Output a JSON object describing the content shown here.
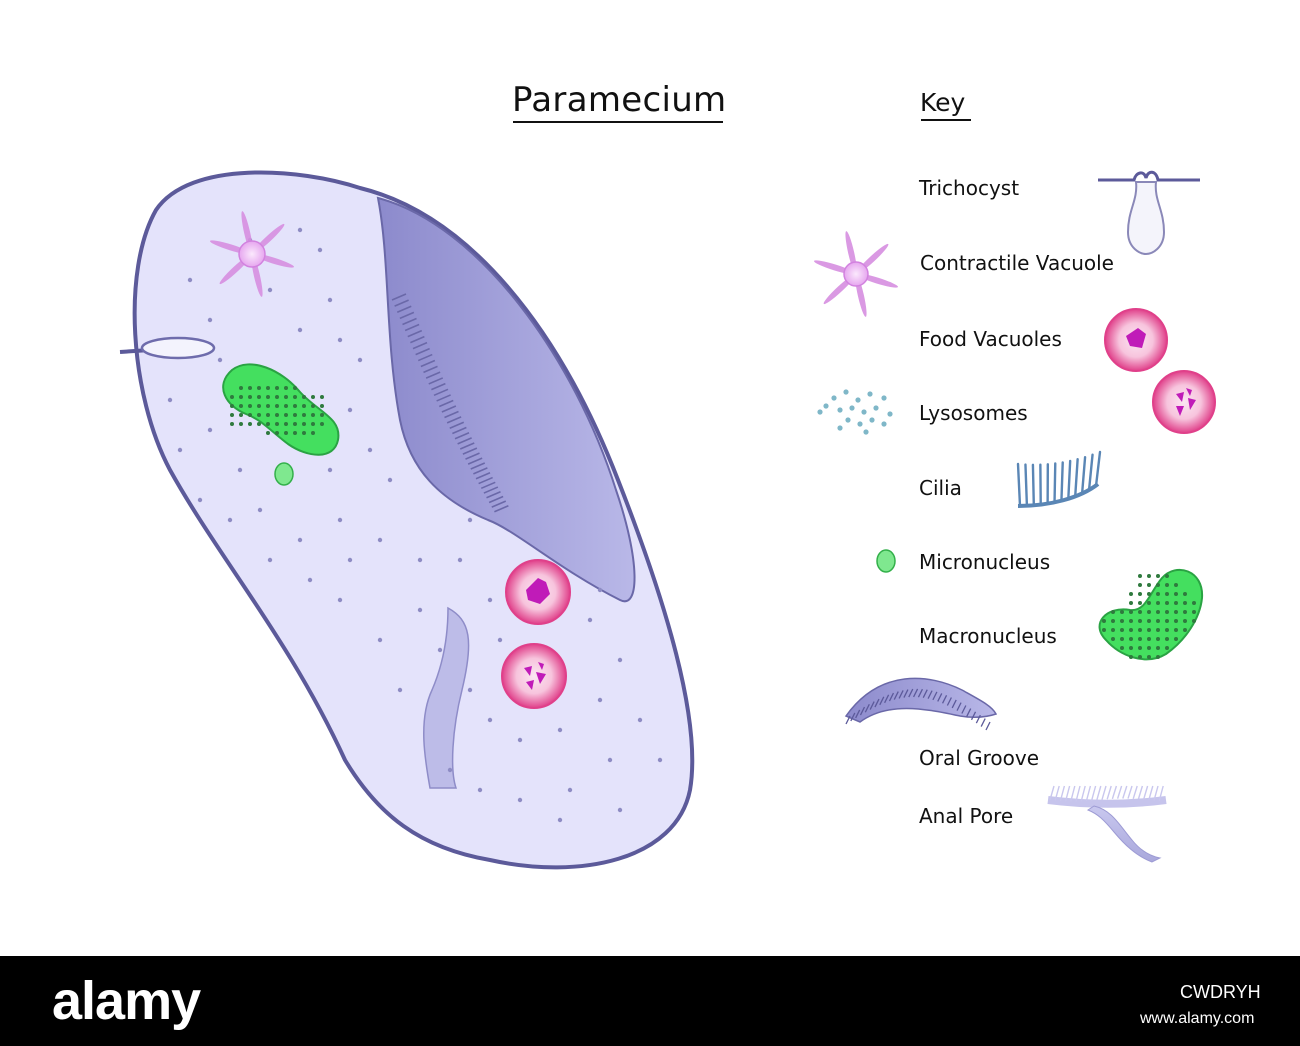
{
  "title": "Paramecium",
  "key": {
    "heading": "Key",
    "items": [
      {
        "id": "trichocyst",
        "label": "Trichocyst"
      },
      {
        "id": "contractile-vacuole",
        "label": "Contractile Vacuole"
      },
      {
        "id": "food-vacuoles",
        "label": "Food Vacuoles"
      },
      {
        "id": "lysosomes",
        "label": "Lysosomes"
      },
      {
        "id": "cilia",
        "label": "Cilia"
      },
      {
        "id": "micronucleus",
        "label": "Micronucleus"
      },
      {
        "id": "macronucleus",
        "label": "Macronucleus"
      },
      {
        "id": "oral-groove",
        "label": "Oral Groove"
      },
      {
        "id": "anal-pore",
        "label": "Anal Pore"
      }
    ]
  },
  "colors": {
    "cell_fill": "#e4e3fb",
    "cell_outline": "#5c5a9a",
    "cilia": "#5f5c9c",
    "groove_fill": "#9d9cd6",
    "contractile": "#d68ee0",
    "food_vacuole": "#e0408a",
    "food_particle": "#c01bb8",
    "lysosome": "#7fb7c8",
    "nucleus_fill": "#3fdc5a",
    "nucleus_dots": "#2f7a3e",
    "key_cilia": "#5a86b5"
  },
  "footer": {
    "brand": "alamy",
    "image_id": "CWDRYH",
    "site": "www.alamy.com"
  }
}
